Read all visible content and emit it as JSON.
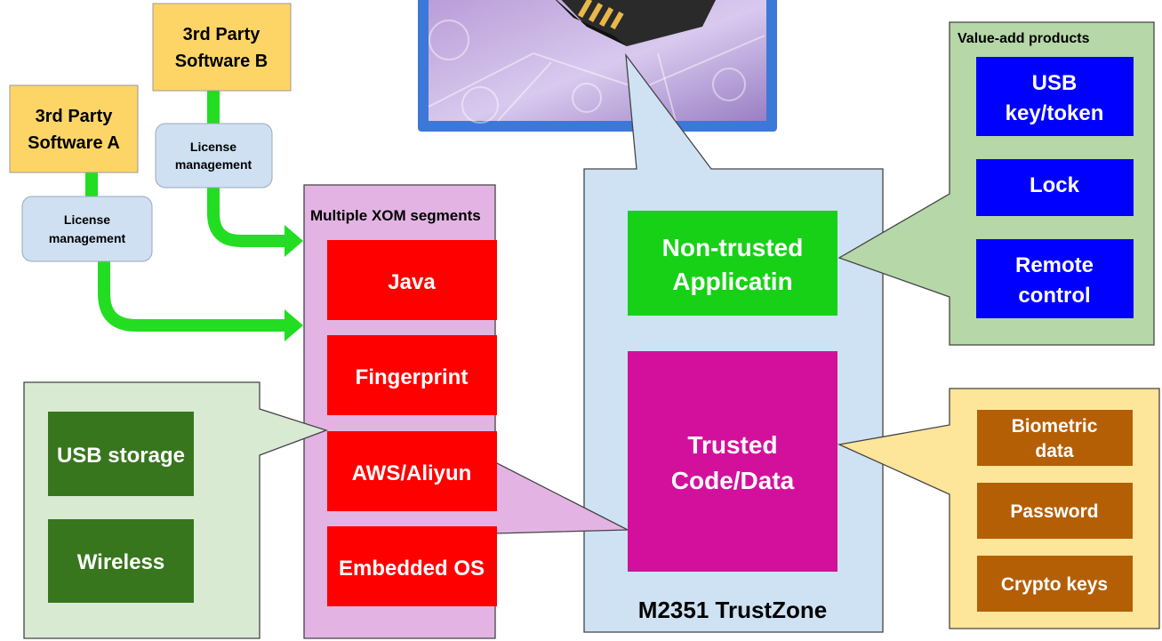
{
  "software": {
    "b": {
      "line1": "3rd Party",
      "line2": "Software B"
    },
    "a": {
      "line1": "3rd Party",
      "line2": "Software A"
    }
  },
  "license": {
    "b": {
      "line1": "License",
      "line2": "management"
    },
    "a": {
      "line1": "License",
      "line2": "management"
    }
  },
  "xom": {
    "title": "Multiple XOM segments",
    "items": [
      "Java",
      "Fingerprint",
      "AWS/Aliyun",
      "Embedded OS"
    ]
  },
  "storage": {
    "items": [
      "USB storage",
      "Wireless"
    ]
  },
  "trustzone": {
    "title": "M2351 TrustZone",
    "nontrusted": {
      "line1": "Non-trusted",
      "line2": "Applicatin"
    },
    "trusted": {
      "line1": "Trusted",
      "line2": "Code/Data"
    }
  },
  "valueadd": {
    "title": "Value-add products",
    "items": [
      {
        "line1": "USB",
        "line2": "key/token"
      },
      {
        "line1": "Lock",
        "line2": ""
      },
      {
        "line1": "Remote",
        "line2": "control"
      }
    ]
  },
  "secrets": {
    "items": [
      {
        "line1": "Biometric",
        "line2": "data"
      },
      {
        "line1": "Password",
        "line2": ""
      },
      {
        "line1": "Crypto keys",
        "line2": ""
      }
    ]
  },
  "colors": {
    "yellow": "#fdd567",
    "license_blue": "#cfe0f3",
    "arrow_green": "#22dd22",
    "xom_panel": "#e3b4e3",
    "red": "#ff0000",
    "storage_panel": "#d9ead3",
    "dark_green": "#38761d",
    "trustzone_panel": "#cfe2f3",
    "bright_green": "#17d117",
    "magenta": "#d3109c",
    "value_panel": "#b6d7a8",
    "blue": "#0000ff",
    "secrets_panel": "#fde599",
    "orange": "#b45f06",
    "frame_blue": "#3c78d8"
  }
}
